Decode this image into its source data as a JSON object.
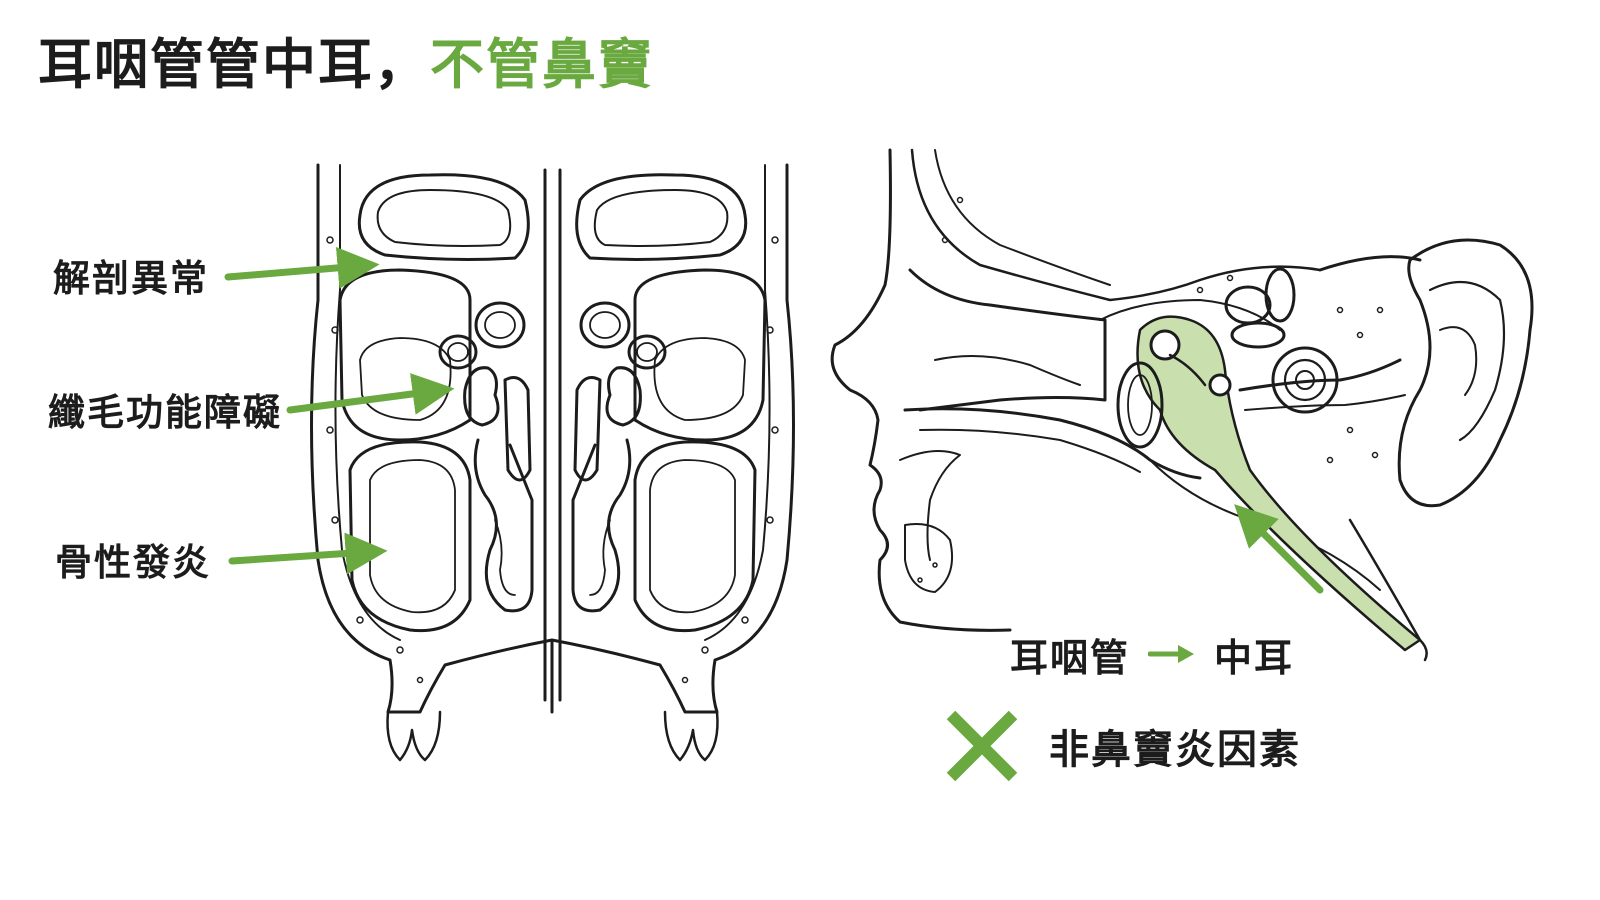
{
  "title": {
    "main": "耳咽管管中耳，",
    "highlight": "不管鼻竇"
  },
  "left_labels": [
    "解剖異常",
    "纖毛功能障礙",
    "骨性發炎"
  ],
  "flow": {
    "from": "耳咽管",
    "to": "中耳"
  },
  "exclude_text": "非鼻竇炎因素",
  "colors": {
    "accent": "#6aa840",
    "line": "#1c1c1c",
    "tube_fill": "#c9dfae"
  }
}
